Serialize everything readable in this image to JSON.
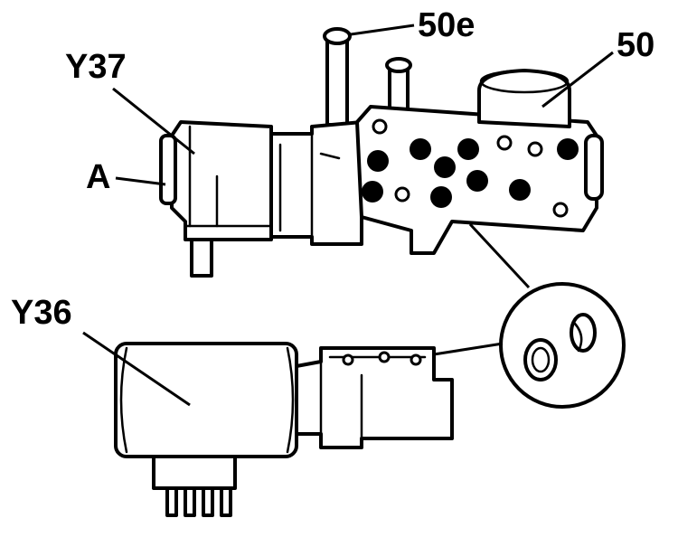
{
  "labels": {
    "y37": "Y37",
    "a": "A",
    "fifty_e": "50e",
    "fifty": "50",
    "y36": "Y36"
  },
  "colors": {
    "ink": "#000000",
    "paper": "#ffffff"
  }
}
